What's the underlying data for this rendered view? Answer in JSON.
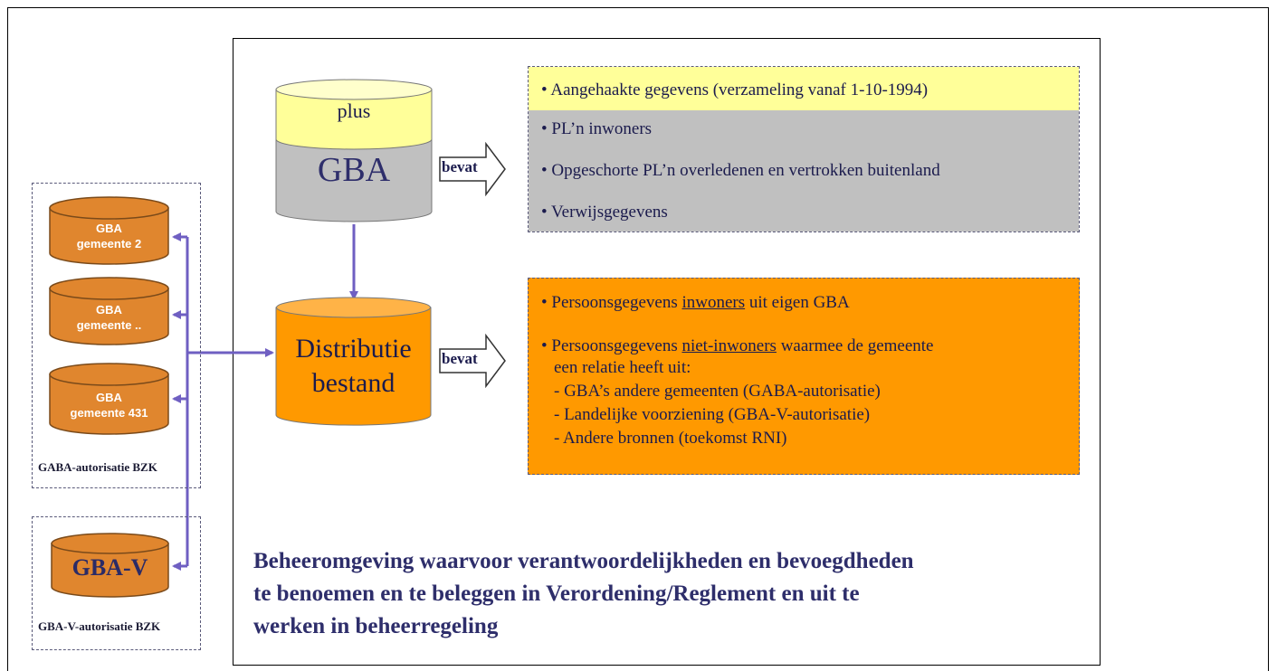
{
  "main_cylinder": {
    "top_label": "plus",
    "body_label": "GBA"
  },
  "distribution_cylinder": {
    "line1": "Distributie",
    "line2": "bestand"
  },
  "arrow_label_top": "bevat",
  "arrow_label_bottom": "bevat",
  "top_panel": {
    "yellow_item": "• Aangehaakte gegevens (verzameling vanaf 1-10-1994)",
    "gray_items": [
      "• PL’n inwoners",
      "• Opgeschorte PL’n overledenen en vertrokken buitenland",
      "• Verwijsgegevens"
    ]
  },
  "bottom_panel": {
    "item1_pre": "• Persoonsgegevens ",
    "item1_u": "inwoners",
    "item1_post": " uit eigen GBA",
    "item2_pre": "• Persoonsgegevens ",
    "item2_u": "niet-inwoners",
    "item2_post": " waarmee de gemeente",
    "item2_line2": "een relatie heeft uit:",
    "sub_items": [
      "- GBA’s andere gemeenten (GABA-autorisatie)",
      "- Landelijke voorziening (GBA-V-autorisatie)",
      "- Andere bronnen (toekomst RNI)"
    ]
  },
  "municipalities": [
    {
      "line1": "GBA",
      "line2": "gemeente 2"
    },
    {
      "line1": "GBA",
      "line2": "gemeente .."
    },
    {
      "line1": "GBA",
      "line2": "gemeente 431"
    }
  ],
  "group_label": "GABA-autorisatie BZK",
  "gbav": {
    "label": "GBA-V",
    "caption": "GBA-V-autorisatie BZK"
  },
  "footer_lines": [
    "Beheeromgeving waarvoor verantwoordelijkheden en bevoegdheden",
    "te benoemen en te beleggen in Verordening/Reglement en uit te",
    "werken in beheerregeling"
  ],
  "colors": {
    "orange": "#ff9900",
    "cyl_orange": "#e0862e",
    "gray": "#c0c0c0",
    "yellow": "#ffff99",
    "arrow": "#6f5fc2",
    "text": "#1b1b4d"
  }
}
